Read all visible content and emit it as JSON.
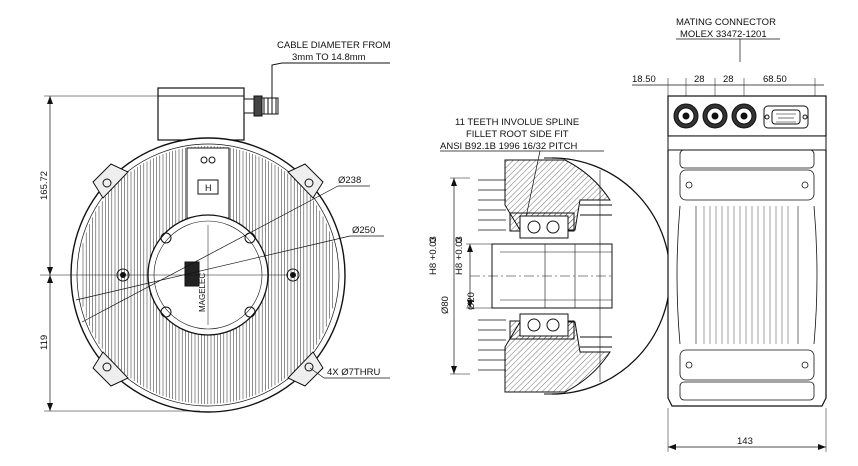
{
  "front_view": {
    "cable_note_line1": "CABLE DIAMETER FROM",
    "cable_note_line2": "3mm TO 14.8mm",
    "dia_inner": "Ø238",
    "dia_outer": "Ø250",
    "height_top": "165.72",
    "height_bottom": "119",
    "holes_note": "4X Ø7THRU",
    "logo_text": "MAGELEC"
  },
  "section_view": {
    "spline_line1": "11 TEETH INVOLUE SPLINE",
    "spline_line2": "FILLET ROOT SIDE FIT",
    "spline_line3": "ANSI B92.1B 1996 16/32 PITCH",
    "dia80_tol": "H8 +0.03",
    "dia80_zero": "0",
    "dia80": "Ø80",
    "dia20_tol": "H8 +0.03",
    "dia20_zero": "0",
    "dia20": "Ø20"
  },
  "side_view": {
    "connector_line1": "MATING CONNECTOR",
    "connector_line2": "MOLEX 33472-1201",
    "dim_1": "18.50",
    "dim_2": "28",
    "dim_3": "28",
    "dim_4": "68.50",
    "width": "143"
  }
}
